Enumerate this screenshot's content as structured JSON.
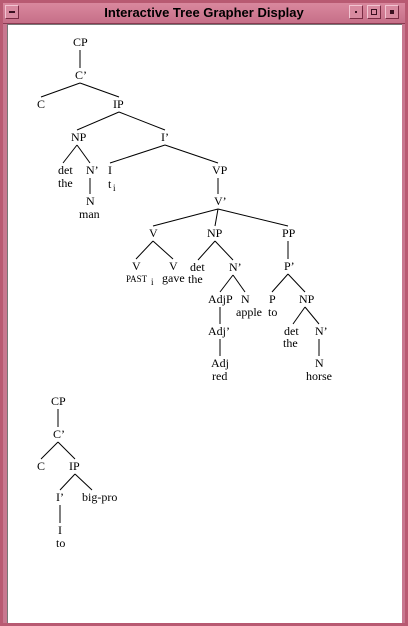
{
  "window": {
    "title": "Interactive Tree Grapher Display"
  },
  "trees": [
    {
      "nodes": [
        {
          "id": "cp",
          "label": "CP"
        },
        {
          "id": "cbar",
          "label": "C’"
        },
        {
          "id": "c",
          "label": "C"
        },
        {
          "id": "ip",
          "label": "IP"
        },
        {
          "id": "np1",
          "label": "NP"
        },
        {
          "id": "ibar",
          "label": "I’"
        },
        {
          "id": "det1",
          "label": "det"
        },
        {
          "id": "the1",
          "label": "the"
        },
        {
          "id": "nbar1",
          "label": "N’"
        },
        {
          "id": "n1",
          "label": "N"
        },
        {
          "id": "man",
          "label": "man"
        },
        {
          "id": "i",
          "label": "I"
        },
        {
          "id": "ti",
          "label": "t",
          "sub": "i"
        },
        {
          "id": "vp",
          "label": "VP"
        },
        {
          "id": "vbar",
          "label": "V’"
        },
        {
          "id": "v",
          "label": "V"
        },
        {
          "id": "np2",
          "label": "NP"
        },
        {
          "id": "pp",
          "label": "PP"
        },
        {
          "id": "v1",
          "label": "V"
        },
        {
          "id": "v2",
          "label": "V"
        },
        {
          "id": "past",
          "label": "PAST",
          "sub": "i"
        },
        {
          "id": "gave",
          "label": "gave"
        },
        {
          "id": "det2",
          "label": "det"
        },
        {
          "id": "the2",
          "label": "the"
        },
        {
          "id": "nbar2",
          "label": "N’"
        },
        {
          "id": "adjp",
          "label": "AdjP"
        },
        {
          "id": "n2",
          "label": "N"
        },
        {
          "id": "apple",
          "label": "apple"
        },
        {
          "id": "adjbar",
          "label": "Adj’"
        },
        {
          "id": "adj",
          "label": "Adj"
        },
        {
          "id": "red",
          "label": "red"
        },
        {
          "id": "pbar",
          "label": "P’"
        },
        {
          "id": "p",
          "label": "P"
        },
        {
          "id": "to1",
          "label": "to"
        },
        {
          "id": "np3",
          "label": "NP"
        },
        {
          "id": "det3",
          "label": "det"
        },
        {
          "id": "the3",
          "label": "the"
        },
        {
          "id": "nbar3",
          "label": "N’"
        },
        {
          "id": "n3",
          "label": "N"
        },
        {
          "id": "horse",
          "label": "horse"
        }
      ],
      "edges": [
        [
          "cp",
          "cbar"
        ],
        [
          "cbar",
          "c"
        ],
        [
          "cbar",
          "ip"
        ],
        [
          "ip",
          "np1"
        ],
        [
          "ip",
          "ibar"
        ],
        [
          "np1",
          "det1"
        ],
        [
          "np1",
          "nbar1"
        ],
        [
          "nbar1",
          "n1"
        ],
        [
          "ibar",
          "i"
        ],
        [
          "ibar",
          "vp"
        ],
        [
          "vp",
          "vbar"
        ],
        [
          "vbar",
          "v"
        ],
        [
          "vbar",
          "np2"
        ],
        [
          "vbar",
          "pp"
        ],
        [
          "v",
          "v1"
        ],
        [
          "v",
          "v2"
        ],
        [
          "np2",
          "det2"
        ],
        [
          "np2",
          "nbar2"
        ],
        [
          "nbar2",
          "adjp"
        ],
        [
          "nbar2",
          "n2"
        ],
        [
          "adjp",
          "adjbar"
        ],
        [
          "adjbar",
          "adj"
        ],
        [
          "pp",
          "pbar"
        ],
        [
          "pbar",
          "p"
        ],
        [
          "pbar",
          "np3"
        ],
        [
          "np3",
          "det3"
        ],
        [
          "np3",
          "nbar3"
        ],
        [
          "nbar3",
          "n3"
        ]
      ]
    },
    {
      "nodes": [
        {
          "id": "cp",
          "label": "CP"
        },
        {
          "id": "cbar",
          "label": "C’"
        },
        {
          "id": "c",
          "label": "C"
        },
        {
          "id": "ip",
          "label": "IP"
        },
        {
          "id": "ibar",
          "label": "I’"
        },
        {
          "id": "bigpro",
          "label": "big-pro"
        },
        {
          "id": "i",
          "label": "I"
        },
        {
          "id": "to",
          "label": "to"
        }
      ],
      "edges": [
        [
          "cp",
          "cbar"
        ],
        [
          "cbar",
          "c"
        ],
        [
          "cbar",
          "ip"
        ],
        [
          "ip",
          "ibar"
        ],
        [
          "ip",
          "bigpro"
        ],
        [
          "ibar",
          "i"
        ]
      ]
    }
  ]
}
